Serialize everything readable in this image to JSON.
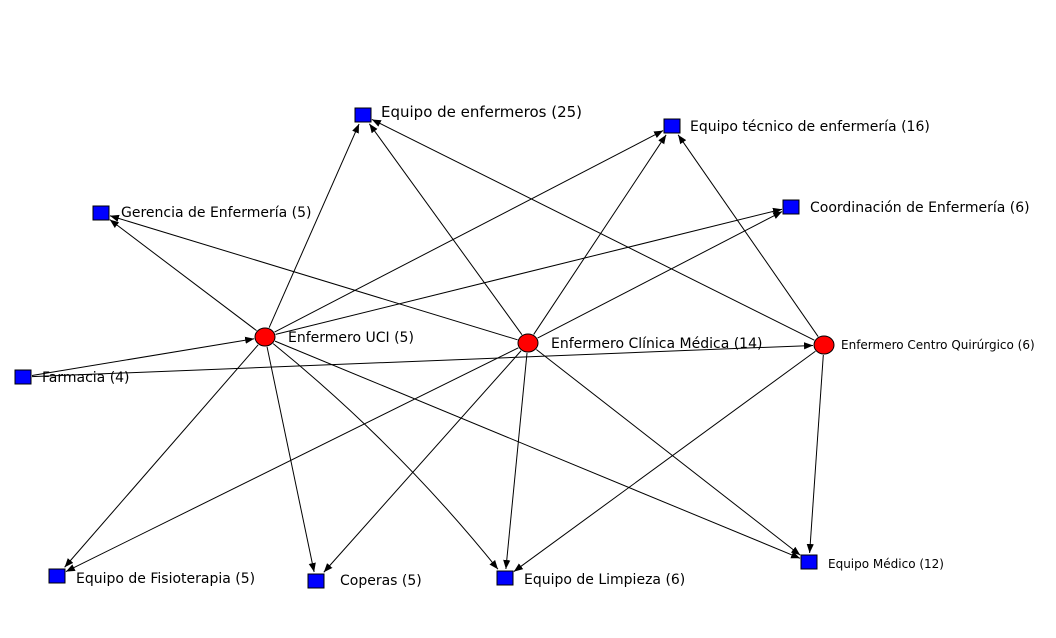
{
  "diagram": {
    "colors": {
      "actor": "#ff0000",
      "group": "#0000ff",
      "edge": "#000000",
      "background": "#ffffff"
    },
    "nodes": [
      {
        "id": "uci",
        "type": "actor",
        "label": "Enfermero UCI (5)"
      },
      {
        "id": "clinica",
        "type": "actor",
        "label": "Enfermero Clínica Médica (14)"
      },
      {
        "id": "quirurgico",
        "type": "actor",
        "label": "Enfermero Centro Quirúrgico (6)"
      },
      {
        "id": "enfermeros",
        "type": "group",
        "label": "Equipo de enfermeros (25)"
      },
      {
        "id": "tecnico",
        "type": "group",
        "label": "Equipo técnico de enfermería (16)"
      },
      {
        "id": "gerencia",
        "type": "group",
        "label": "Gerencia de Enfermería (5)"
      },
      {
        "id": "coordinacion",
        "type": "group",
        "label": "Coordinación de Enfermería (6)"
      },
      {
        "id": "farmacia",
        "type": "group",
        "label": "Farmacia (4)"
      },
      {
        "id": "fisioterapia",
        "type": "group",
        "label": "Equipo de Fisioterapia (5)"
      },
      {
        "id": "coperas",
        "type": "group",
        "label": "Coperas (5)"
      },
      {
        "id": "limpieza",
        "type": "group",
        "label": "Equipo de Limpieza (6)"
      },
      {
        "id": "medico",
        "type": "group",
        "label": "Equipo Médico (12)"
      }
    ],
    "edges": [
      {
        "from": "uci",
        "to": "enfermeros"
      },
      {
        "from": "uci",
        "to": "tecnico"
      },
      {
        "from": "uci",
        "to": "gerencia"
      },
      {
        "from": "uci",
        "to": "coordinacion"
      },
      {
        "from": "uci",
        "to": "fisioterapia"
      },
      {
        "from": "uci",
        "to": "coperas"
      },
      {
        "from": "uci",
        "to": "limpieza"
      },
      {
        "from": "uci",
        "to": "medico"
      },
      {
        "from": "farmacia",
        "to": "uci"
      },
      {
        "from": "clinica",
        "to": "enfermeros"
      },
      {
        "from": "clinica",
        "to": "tecnico"
      },
      {
        "from": "clinica",
        "to": "gerencia"
      },
      {
        "from": "clinica",
        "to": "coordinacion"
      },
      {
        "from": "clinica",
        "to": "fisioterapia"
      },
      {
        "from": "clinica",
        "to": "coperas"
      },
      {
        "from": "clinica",
        "to": "limpieza"
      },
      {
        "from": "clinica",
        "to": "medico"
      },
      {
        "from": "farmacia",
        "to": "quirurgico"
      },
      {
        "from": "quirurgico",
        "to": "enfermeros"
      },
      {
        "from": "quirurgico",
        "to": "tecnico"
      },
      {
        "from": "quirurgico",
        "to": "limpieza"
      },
      {
        "from": "quirurgico",
        "to": "medico"
      }
    ]
  }
}
